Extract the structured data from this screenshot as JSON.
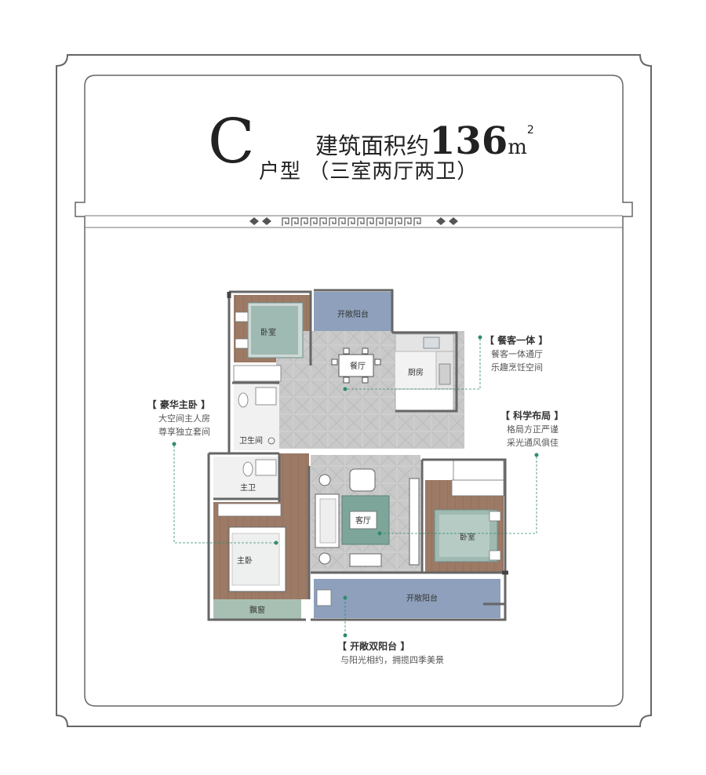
{
  "header": {
    "type_letter": "C",
    "type_suffix": "户型",
    "layout_desc": "（三室两厅两卫）",
    "area_prefix": "建筑面积约",
    "area_value": "136",
    "area_unit": "m",
    "area_sup": "2"
  },
  "rooms": {
    "open_balcony_top": "开敞阳台",
    "bedroom_nw": "卧室",
    "dining": "餐厅",
    "kitchen": "厨房",
    "bathroom": "卫生间",
    "master_bath": "主卫",
    "living": "客厅",
    "master_bedroom": "主卧",
    "bay_window": "飘窗",
    "open_balcony_bottom": "开敞阳台",
    "bedroom_e": "卧室"
  },
  "callouts": {
    "dining_living": {
      "title": "【 餐客一体 】",
      "line1": "餐客一体通厅",
      "line2": "乐趣烹饪空间"
    },
    "master_suite": {
      "title": "【 豪华主卧 】",
      "line1": "大空间主人房",
      "line2": "尊享独立套间"
    },
    "layout": {
      "title": "【 科学布局 】",
      "line1": "格局方正严谨",
      "line2": "采光通风俱佳"
    },
    "balcony": {
      "title": "【 开敞双阳台 】",
      "line1": "与阳光相约，拥揽四季美景"
    }
  },
  "colors": {
    "frame": "#555555",
    "balcony": "#8ea0bb",
    "wood": "#9c7a66",
    "tile": "#c8c8c8",
    "accent": "#2e8b6e"
  }
}
